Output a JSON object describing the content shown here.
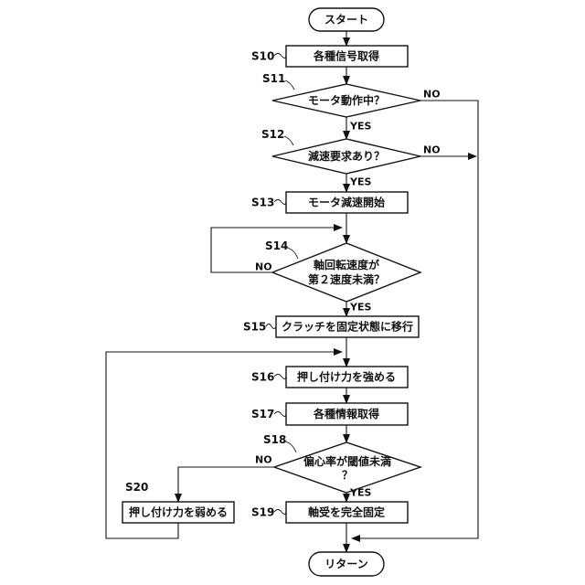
{
  "start_label": "スタート",
  "end_label": "リターン",
  "answers": {
    "yes": "YES",
    "no": "NO"
  },
  "steps": [
    {
      "id": "S10",
      "text": "各種信号取得"
    },
    {
      "id": "S11",
      "text": "モータ動作中？"
    },
    {
      "id": "S12",
      "text": "減速要求あり？"
    },
    {
      "id": "S13",
      "text": "モータ減速開始"
    },
    {
      "id": "S14",
      "text": [
        "軸回転速度が",
        "第２速度未満？"
      ]
    },
    {
      "id": "S15",
      "text": "クラッチを固定状態に移行"
    },
    {
      "id": "S16",
      "text": "押し付け力を強める"
    },
    {
      "id": "S17",
      "text": "各種情報取得"
    },
    {
      "id": "S18",
      "text": [
        "偏心率が閾値未満",
        "？"
      ]
    },
    {
      "id": "S19",
      "text": "軸受を完全固定"
    },
    {
      "id": "S20",
      "text": "押し付け力を弱める"
    }
  ]
}
